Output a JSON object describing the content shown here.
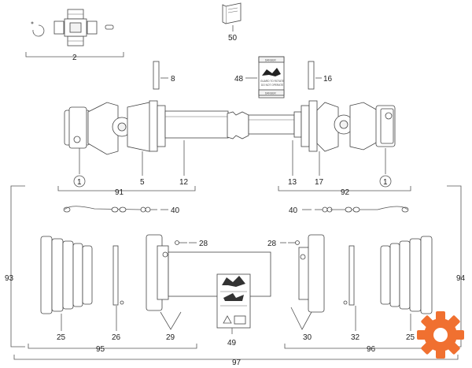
{
  "callouts": {
    "c1a": "1",
    "c1b": "1",
    "c2": "2",
    "c5": "5",
    "c8": "8",
    "c12": "12",
    "c13": "13",
    "c16": "16",
    "c17": "17",
    "c25a": "25",
    "c25b": "25",
    "c26": "26",
    "c28a": "28",
    "c28b": "28",
    "c29": "29",
    "c30": "30",
    "c32": "32",
    "c40a": "40",
    "c40b": "40",
    "c48": "48",
    "c49": "49",
    "c50": "50",
    "c91": "91",
    "c92": "92",
    "c93": "93",
    "c94": "94",
    "c95": "95",
    "c96": "96",
    "c97": "97"
  },
  "decal_text": {
    "danger_top": "DANGER",
    "danger_mid": "GUARD TO ROTATE",
    "danger_mid2": "DO NOT OPERATE",
    "danger_bot": "DANGER"
  },
  "colors": {
    "logo": "#f07030",
    "line": "#555555"
  },
  "icons": {
    "logo": "gear-icon",
    "manual": "book-icon",
    "warning": "warning-icon"
  }
}
